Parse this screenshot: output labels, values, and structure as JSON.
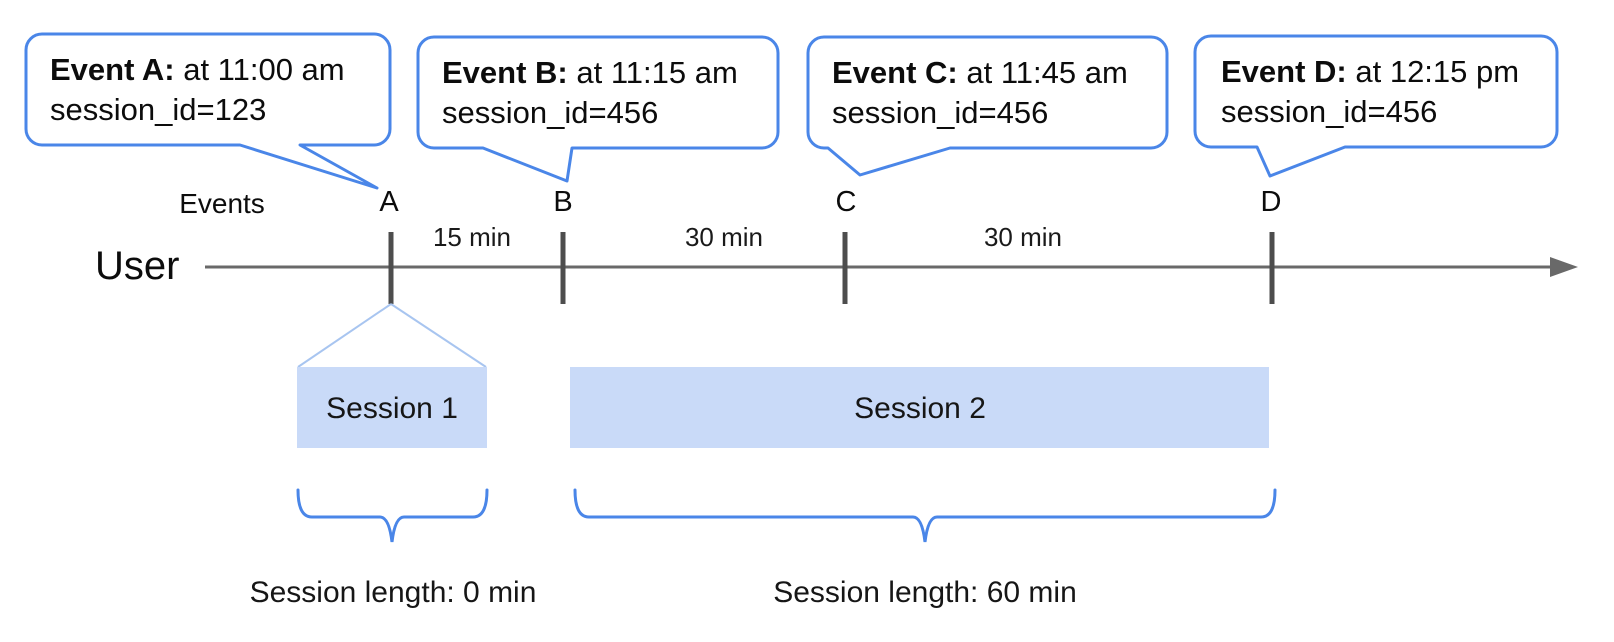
{
  "bubbles": [
    {
      "title": "Event A:",
      "time": " at 11:00 am",
      "line2": "session_id=123"
    },
    {
      "title": "Event B:",
      "time": " at 11:15 am",
      "line2": "session_id=456"
    },
    {
      "title": "Event C:",
      "time": " at 11:45 am",
      "line2": "session_id=456"
    },
    {
      "title": "Event D:",
      "time": " at 12:15 pm",
      "line2": "session_id=456"
    }
  ],
  "timeline": {
    "axis_label": "User",
    "events_label": "Events",
    "events": [
      "A",
      "B",
      "C",
      "D"
    ],
    "intervals": [
      "15 min",
      "30 min",
      "30 min"
    ]
  },
  "sessions": [
    {
      "label": "Session 1",
      "length_label": "Session length: 0 min"
    },
    {
      "label": "Session 2",
      "length_label": "Session length: 60 min"
    }
  ],
  "colors": {
    "callout_border": "#4a86e8",
    "brace": "#4a86e8",
    "funnel_line": "#a8c5f0",
    "session_bar_fill": "#c9daf8",
    "axis_gray": "#696969",
    "tick_gray": "#4d4d4d"
  }
}
